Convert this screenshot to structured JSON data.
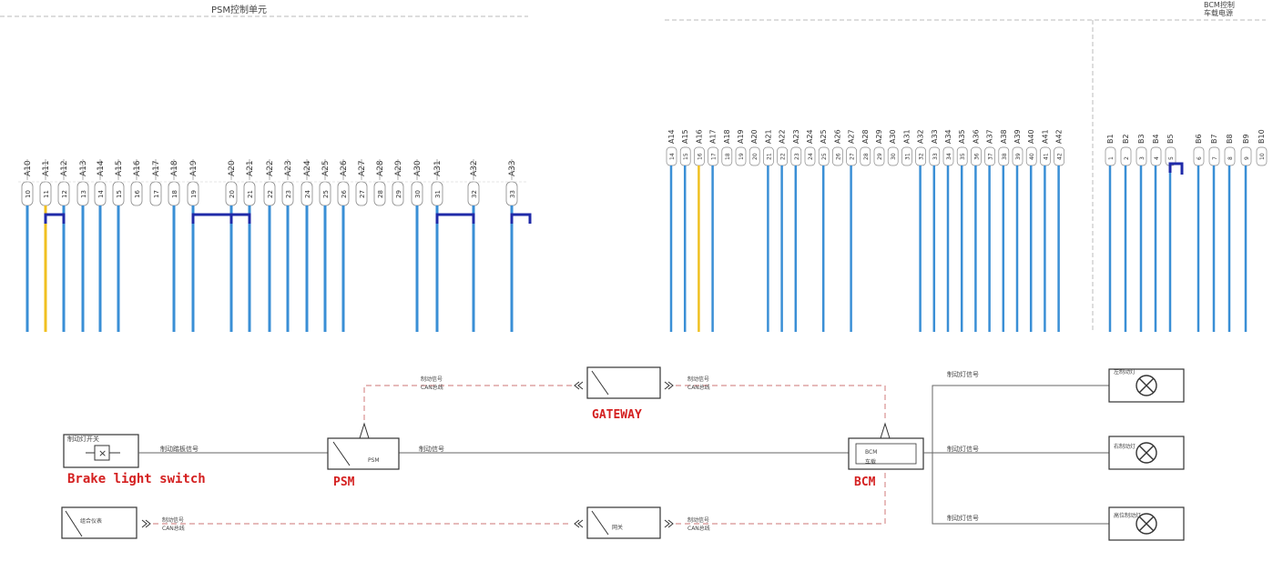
{
  "header": {
    "left_title": "PSM控制单元",
    "right_title_line1": "BCM控制",
    "right_title_line2": "车载电源"
  },
  "connectors": {
    "top_left_letter": [
      "A10",
      "A11",
      "A12",
      "A13",
      "A14",
      "A15",
      "A16",
      "A17",
      "A18",
      "A19",
      "A20",
      "A21",
      "A22",
      "A23",
      "A24",
      "A25",
      "A26",
      "A27",
      "A28",
      "A29",
      "A30",
      "A31",
      "A32",
      "A33"
    ],
    "top_left_number": [
      "10",
      "11",
      "12",
      "13",
      "14",
      "15",
      "16",
      "17",
      "18",
      "19",
      "20",
      "21",
      "22",
      "23",
      "24",
      "25",
      "26",
      "27",
      "28",
      "29",
      "30",
      "31",
      "32",
      "33"
    ],
    "top_right_letter": [
      "A14",
      "A15",
      "A16",
      "A17",
      "A18",
      "A19",
      "A20",
      "A21",
      "A22",
      "A23",
      "A24",
      "A25",
      "A26",
      "A27",
      "A28",
      "A29",
      "A30",
      "A31",
      "A32",
      "A33",
      "A34",
      "A35",
      "A36",
      "A37",
      "A38",
      "A39",
      "A40",
      "A41",
      "A42"
    ],
    "top_right_number": [
      "14",
      "15",
      "16",
      "17",
      "18",
      "19",
      "20",
      "21",
      "22",
      "23",
      "24",
      "25",
      "26",
      "27",
      "28",
      "29",
      "30",
      "31",
      "32",
      "33",
      "34",
      "35",
      "36",
      "37",
      "38",
      "39",
      "40",
      "41",
      "42"
    ],
    "top_right_b": [
      "B1",
      "B2",
      "B3",
      "B4",
      "B5",
      "B6",
      "B7",
      "B8",
      "B9",
      "B10"
    ],
    "top_right_b_number": [
      "1",
      "2",
      "3",
      "4",
      "5",
      "6",
      "7",
      "8",
      "9",
      "10"
    ]
  },
  "bottom": {
    "brake_switch_label": "Brake light switch",
    "brake_switch_caption": "制动灯开关",
    "psm_label": "PSM",
    "bcm_label": "BCM",
    "gateway_label": "GATEWAY",
    "psm_caption": "PSM",
    "bcm_caption_1": "BCM",
    "bcm_caption_2": "车载",
    "signal_brake": "制动踏板信号",
    "signal_psm_bcm": "制动信号",
    "signal_can_top_left": "制动信号",
    "signal_can_top_left_2": "CAN总线",
    "signal_can_top_right": "制动信号",
    "signal_can_top_right_2": "CAN总线",
    "signal_can_bottom_left": "制动信号",
    "signal_can_bottom_left_2": "CAN总线",
    "signal_can_bottom_right": "制动信号",
    "signal_can_bottom_right_2": "CAN总线",
    "bottom_left_module": "组合仪表",
    "bottom_mid_module": "网关",
    "lamp_signal_1": "制动灯信号",
    "lamp_signal_2": "制动灯信号",
    "lamp_signal_3": "制动灯信号",
    "lamp_1": "左制动灯",
    "lamp_2": "右制动灯",
    "lamp_3": "高位制动灯"
  },
  "colors": {
    "wire_blue": "#3a8fd6",
    "wire_yellow": "#f0c020",
    "bridge_navy": "#1f2aa8",
    "label_red": "#d42020",
    "dash_red": "#d89090"
  }
}
